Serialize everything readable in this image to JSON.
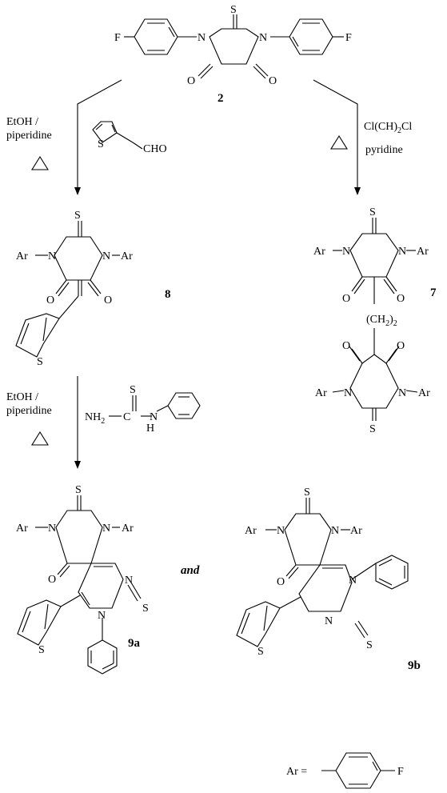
{
  "compounds": {
    "c2": "2",
    "c8": "8",
    "c7": "7",
    "c9a": "9a",
    "c9b": "9b"
  },
  "atoms": {
    "F": "F",
    "N": "N",
    "S": "S",
    "O": "O",
    "Ar": "Ar",
    "CHO": "CHO",
    "NH2": "NH",
    "NH2_sub": "2",
    "C": "C",
    "H": "H",
    "Ar_eq": "Ar ="
  },
  "conditions": {
    "left_top": [
      "EtOH /",
      "piperidine"
    ],
    "right_top": [
      "Cl(CH)",
      "Cl",
      "pyridine"
    ],
    "right_top_sub": "2",
    "left_mid": [
      "EtOH /",
      "piperidine"
    ],
    "linker": "(CH",
    "linker_close": ")",
    "linker_sub": "2",
    "linker_sub2": "2"
  },
  "connector": "and"
}
